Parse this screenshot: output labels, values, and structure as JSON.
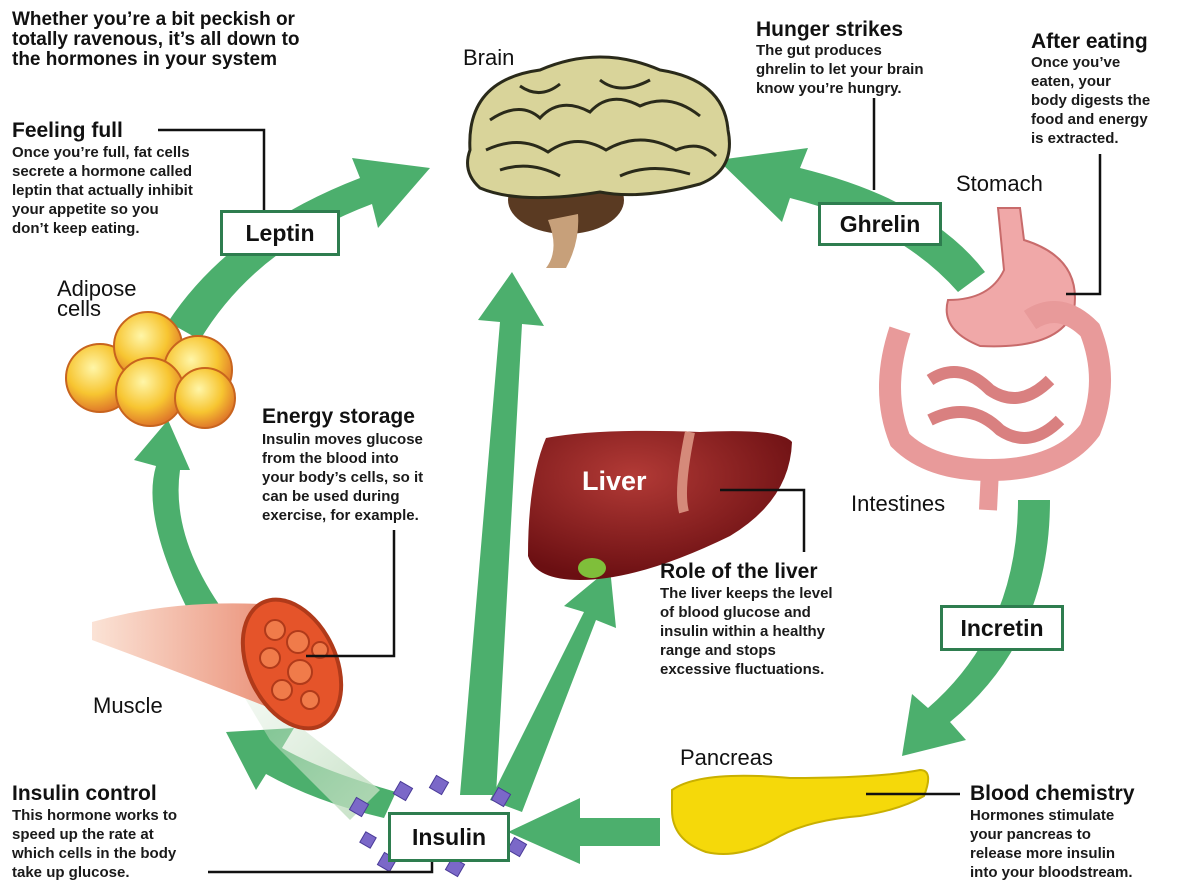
{
  "intro": {
    "line1": "Whether you’re a bit peckish or",
    "line2": "totally ravenous, it’s all down to",
    "line3": "the hormones in your system"
  },
  "organs": {
    "brain": "Brain",
    "stomach": "Stomach",
    "intestines": "Intestines",
    "adipose_1": "Adipose",
    "adipose_2": "cells",
    "muscle": "Muscle",
    "pancreas": "Pancreas",
    "liver": "Liver"
  },
  "hormones": {
    "leptin": "Leptin",
    "ghrelin": "Ghrelin",
    "incretin": "Incretin",
    "insulin": "Insulin"
  },
  "notes": {
    "feeling_full": {
      "title": "Feeling full",
      "lines": [
        "Once you’re full, fat cells",
        "secrete a hormone called",
        "leptin that actually inhibit",
        "your appetite so you",
        "don’t keep eating."
      ]
    },
    "hunger_strikes": {
      "title": "Hunger strikes",
      "lines": [
        "The gut produces",
        "ghrelin to let your brain",
        "know you’re hungry."
      ]
    },
    "after_eating": {
      "title": "After eating",
      "lines": [
        "Once you’ve",
        "eaten, your",
        "body digests the",
        "food and energy",
        "is extracted."
      ]
    },
    "energy_storage": {
      "title": "Energy storage",
      "lines": [
        "Insulin moves glucose",
        "from the blood into",
        "your body’s cells, so it",
        "can be used during",
        "exercise, for example."
      ]
    },
    "role_liver": {
      "title": "Role of the liver",
      "lines": [
        "The liver keeps the level",
        "of blood glucose and",
        "insulin within a healthy",
        "range and stops",
        "excessive fluctuations."
      ]
    },
    "insulin_control": {
      "title": "Insulin control",
      "lines": [
        "This hormone works to",
        "speed up the rate at",
        "which cells in the body",
        "take up glucose."
      ]
    },
    "blood_chemistry": {
      "title": "Blood chemistry",
      "lines": [
        "Hormones stimulate",
        "your pancreas to",
        "release more insulin",
        "into your bloodstream."
      ]
    }
  },
  "colors": {
    "arrow_green": "#4caf6d",
    "box_border": "#2e7d4f",
    "liver": "#8b1a1a",
    "pancreas": "#f5d90a",
    "stomach": "#f0a8a8",
    "brain": "#d9d49a",
    "adipose": "#f7c531",
    "insulin_crystal": "#7b68c8"
  }
}
